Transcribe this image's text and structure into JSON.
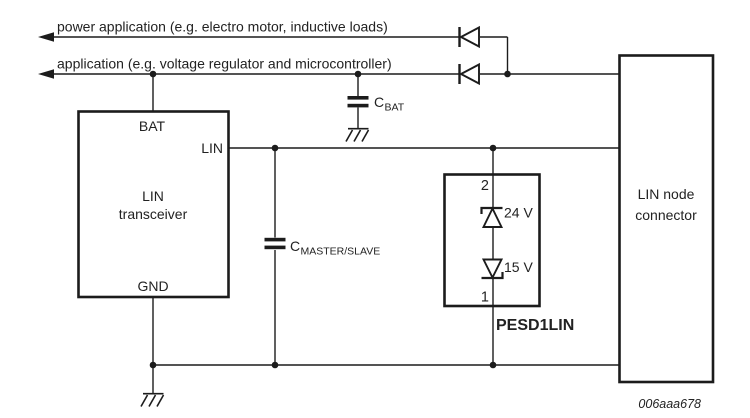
{
  "colors": {
    "ink": "#1c1c1c",
    "text": "#222222",
    "background": "#ffffff"
  },
  "top_rails": {
    "power_label": "power application (e.g. electro motor, inductive loads)",
    "application_label": "application (e.g. voltage regulator and microcontroller)"
  },
  "transceiver": {
    "pin_bat": "BAT",
    "pin_lin": "LIN",
    "pin_gnd": "GND",
    "name_line1": "LIN",
    "name_line2": "transceiver"
  },
  "capacitors": {
    "cbat": {
      "symbol": "C",
      "subscript": "BAT"
    },
    "cmaster_slave": {
      "symbol": "C",
      "subscript": "MASTER/SLAVE"
    }
  },
  "esd_protection": {
    "pin_top": "2",
    "pin_bottom": "1",
    "zener_top_voltage": "24 V",
    "zener_bottom_voltage": "15 V",
    "part_number": "PESD1LIN"
  },
  "connector": {
    "name_line1": "LIN node",
    "name_line2": "connector"
  },
  "figure_id": "006aaa678"
}
